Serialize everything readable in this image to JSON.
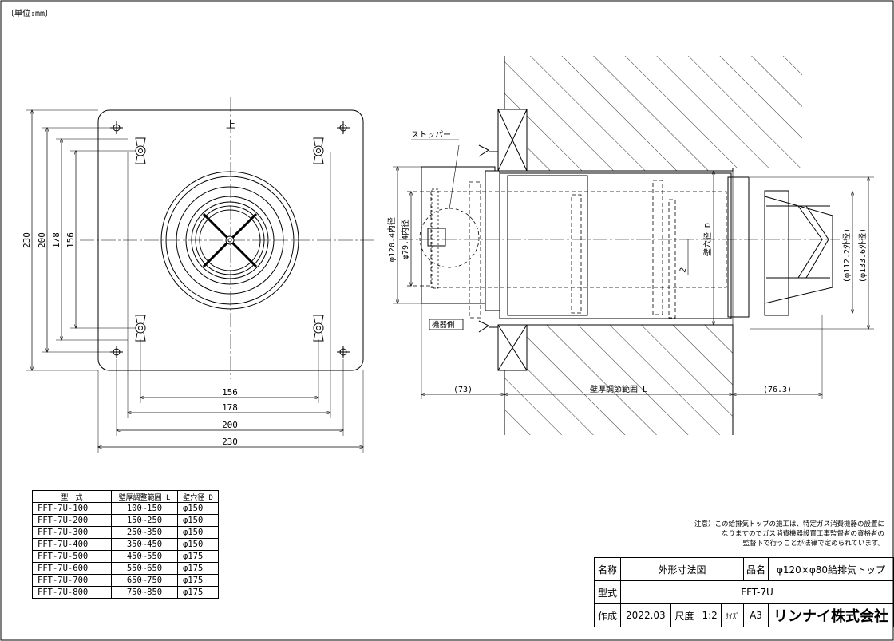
{
  "unit_label": "〔単位:mm〕",
  "front_view": {
    "top_mark": "上",
    "dims": {
      "w156": "156",
      "w178": "178",
      "w200": "200",
      "w230": "230",
      "h156": "156",
      "h178": "178",
      "h200": "200",
      "h230": "230"
    }
  },
  "section_view": {
    "stopper_label": "ストッパー",
    "device_side_label": "機器側",
    "inner_dia_1": "φ120.4内径",
    "inner_dia_2": "φ79.4内径",
    "hole_dia": "壁穴径 D",
    "outer_dia_1": "(φ112.2外径)",
    "outer_dia_2": "(φ133.6外径)",
    "gap": "2",
    "left_dim": "(73)",
    "range_dim": "壁厚調節範囲 L",
    "right_dim": "(76.3)"
  },
  "spec_table": {
    "headers": [
      "型　式",
      "壁厚調整範囲 L",
      "壁穴径 D"
    ],
    "rows": [
      [
        "FFT-7U-100",
        "100~150",
        "φ150"
      ],
      [
        "FFT-7U-200",
        "150~250",
        "φ150"
      ],
      [
        "FFT-7U-300",
        "250~350",
        "φ150"
      ],
      [
        "FFT-7U-400",
        "350~450",
        "φ150"
      ],
      [
        "FFT-7U-500",
        "450~550",
        "φ175"
      ],
      [
        "FFT-7U-600",
        "550~650",
        "φ175"
      ],
      [
        "FFT-7U-700",
        "650~750",
        "φ175"
      ],
      [
        "FFT-7U-800",
        "750~850",
        "φ175"
      ]
    ]
  },
  "note": {
    "line1": "注意）この給排気トップの施工は、特定ガス消費機器の設置に",
    "line2": "なりますのでガス消費機器設置工事監督者の資格者の",
    "line3": "監督下で行うことが法律で定められています。"
  },
  "title_block": {
    "name_label": "名称",
    "name_value": "外形寸法図",
    "product_label": "品名",
    "product_value": "φ120×φ80給排気トップ",
    "model_label": "型式",
    "model_value": "FFT-7U",
    "made_label": "作成",
    "made_value": "2022.03",
    "scale_label": "尺度",
    "scale_value": "1:2",
    "size_label": "ｻｲｽﾞ",
    "size_value": "A3",
    "company": "リンナイ株式会社"
  }
}
